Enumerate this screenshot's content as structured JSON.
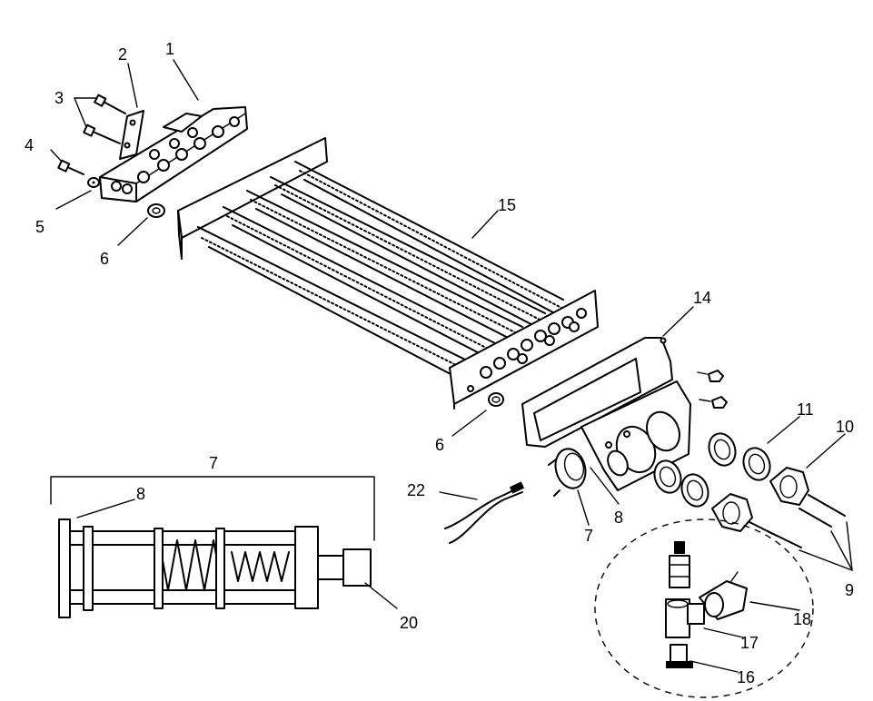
{
  "callouts": {
    "c1": "1",
    "c2": "2",
    "c3": "3",
    "c4": "4",
    "c5": "5",
    "c6a": "6",
    "c6b": "6",
    "c7a": "7",
    "c7b": "7",
    "c8a": "8",
    "c8b": "8",
    "c9": "9",
    "c10": "10",
    "c11": "11",
    "c14": "14",
    "c15": "15",
    "c16": "16",
    "c17": "17",
    "c18": "18",
    "c20": "20",
    "c22": "22"
  }
}
